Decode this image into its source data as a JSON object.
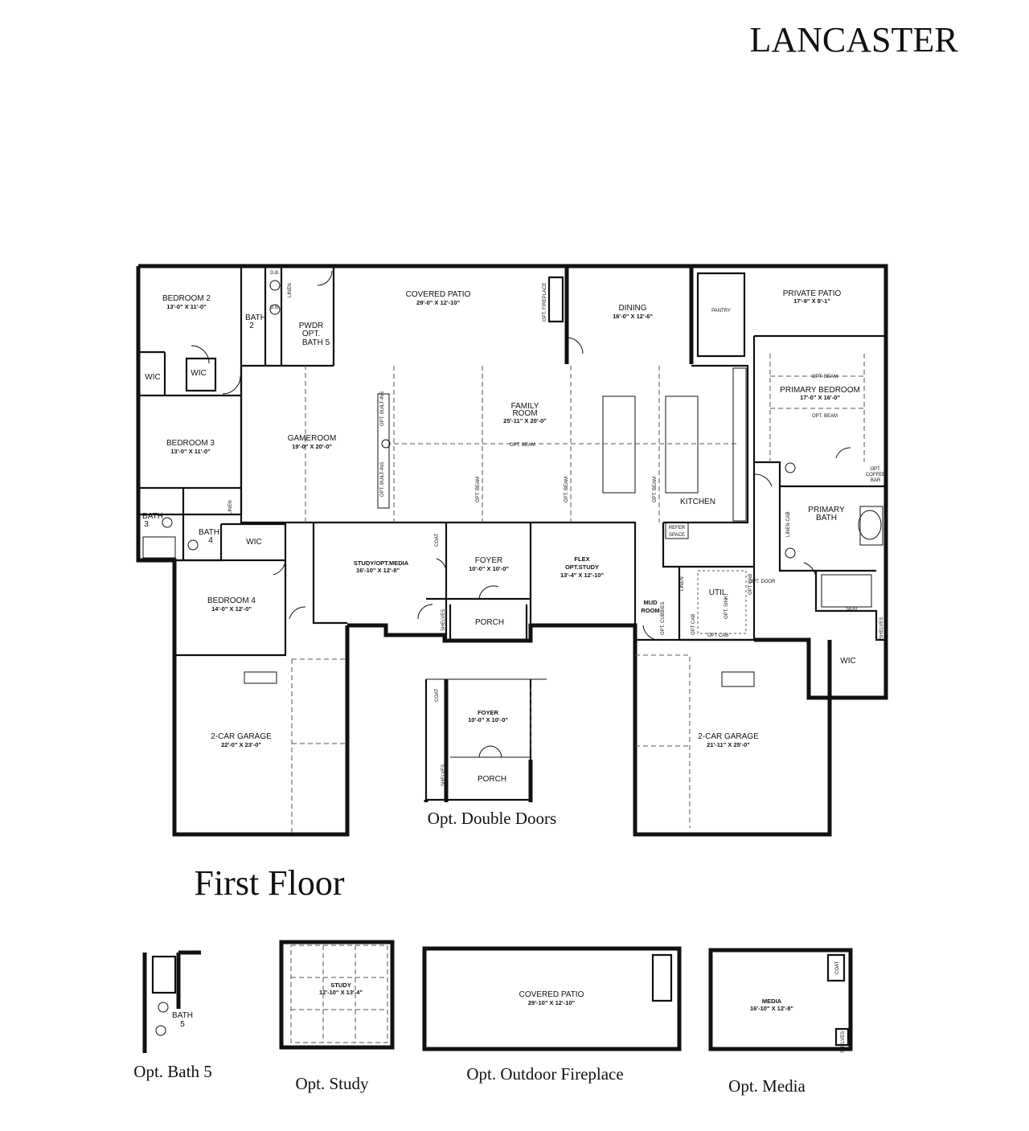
{
  "title": "LANCASTER",
  "floor_label": "First Floor",
  "rooms": {
    "bedroom2": {
      "name": "BEDROOM 2",
      "dims": "13'-0\" X 11'-0\""
    },
    "bath2": {
      "name": "BATH",
      "num": "2"
    },
    "pwdr": {
      "l1": "PWDR",
      "l2": "OPT.",
      "l3": "BATH 5"
    },
    "covered_patio": {
      "name": "COVERED PATIO",
      "dims": "29'-0\" X 12'-10\""
    },
    "opt_fireplace": "OPT. FIREPLACE",
    "dining": {
      "name": "DINING",
      "dims": "16'-0\" X 12'-6\""
    },
    "pantry": "PANTRY",
    "private_patio": {
      "name": "PRIVATE PATIO",
      "dims": "17'-9\" X 9'-1\""
    },
    "wic_left": "WIC",
    "wic_mid": "WIC",
    "bedroom3": {
      "name": "BEDROOM 3",
      "dims": "13'-0\" X 11'-0\""
    },
    "gameroom": {
      "name": "GAMEROOM",
      "dims": "19'-0\" X 20'-0\""
    },
    "family_room": {
      "l1": "FAMILY",
      "l2": "ROOM",
      "dims": "25'-11\" X 20'-0\""
    },
    "primary_bedroom": {
      "name": "PRIMARY BEDROOM",
      "dims": "17'-0\" X 16'-0\""
    },
    "opt_beam": "OPT. BEAM",
    "opt_builtins": "OPT. BUILT-INS",
    "kitchen": "KITCHEN",
    "refer_space": {
      "l1": "REFER",
      "l2": "SPACE"
    },
    "primary_bath": {
      "l1": "PRIMARY",
      "l2": "BATH"
    },
    "opt_coffee_bar": {
      "l1": "OPT.",
      "l2": "COFFEE",
      "l3": "BAR"
    },
    "linen": "LINEN",
    "linen_cab": "LINEN CAB",
    "bath3": {
      "name": "BATH",
      "num": "3"
    },
    "bath4": {
      "name": "BATH",
      "num": "4"
    },
    "wic_bath4": "WIC",
    "study_media": {
      "name": "STUDY/OPT.MEDIA",
      "dims": "16'-10\" X 12'-8\""
    },
    "coat": "COAT",
    "foyer": {
      "name": "FOYER",
      "dims": "10'-0\" X 10'-0\""
    },
    "flex": {
      "l1": "FLEX",
      "l2": "OPT.STUDY",
      "dims": "13'-4\" X 12'-10\""
    },
    "porch": "PORCH",
    "shelves": "SHELVES",
    "mud_room": {
      "l1": "MUD",
      "l2": "ROOM"
    },
    "util": "UTIL.",
    "opt_cubbies": "OPT. CUBBIES",
    "opt_sink": "OPT. SINK",
    "opt_cab": "OPT CAB",
    "opt_door": "OPT. DOOR",
    "seat": "SEAT",
    "wic_primary": "WIC",
    "bedroom4": {
      "name": "BEDROOM 4",
      "dims": "14'-0\" X 12'-0\""
    },
    "garage_left": {
      "name": "2-CAR GARAGE",
      "dims": "22'-0\" X 23'-0\""
    },
    "garage_right": {
      "name": "2-CAR GARAGE",
      "dims": "21'-11\" X 25'-0\""
    },
    "foyer2": {
      "name": "FOYER",
      "dims": "10'-0\" X 10'-0\""
    },
    "porch2": "PORCH",
    "db": "D.B."
  },
  "options": {
    "double_doors": "Opt. Double Doors",
    "bath5": {
      "caption": "Opt. Bath 5",
      "label": "BATH",
      "num": "5"
    },
    "study": {
      "caption": "Opt. Study",
      "name": "STUDY",
      "dims": "12'-10\" X 13'-4\""
    },
    "fireplace": {
      "caption": "Opt. Outdoor Fireplace",
      "name": "COVERED PATIO",
      "dims": "29'-10\" X 12'-10\""
    },
    "media": {
      "caption": "Opt. Media",
      "name": "MEDIA",
      "dims": "16'-10\" X 12'-8\""
    }
  }
}
